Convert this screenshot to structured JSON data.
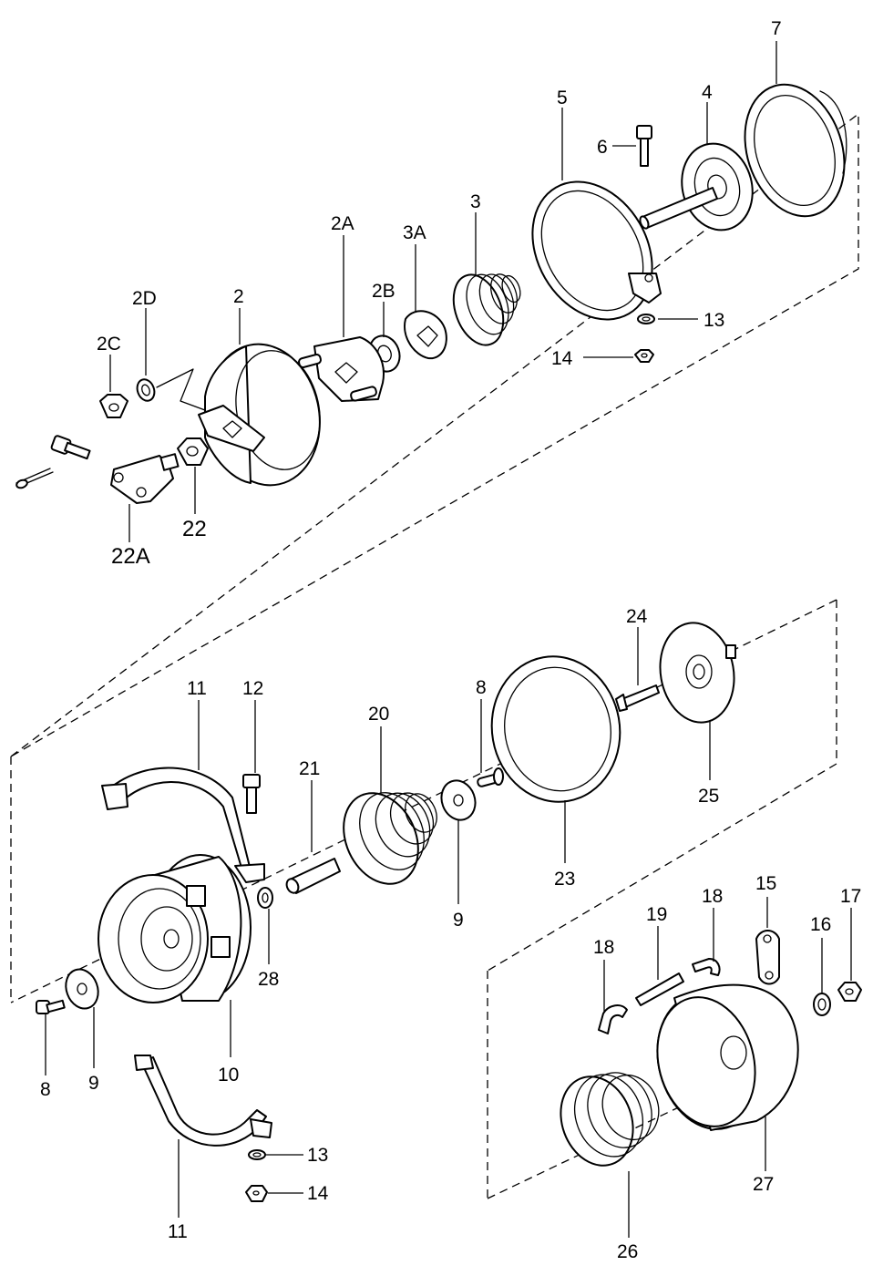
{
  "labels": {
    "p7": "7",
    "p4": "4",
    "p5": "5",
    "p6": "6",
    "p3": "3",
    "p3a": "3A",
    "p2a": "2A",
    "p2b": "2B",
    "p2": "2",
    "p2d": "2D",
    "p2c": "2C",
    "p13_top": "13",
    "p14_top": "14",
    "p22": "22",
    "p22a": "22A",
    "p24": "24",
    "p25": "25",
    "p8_top": "8",
    "p23": "23",
    "p20": "20",
    "p21": "21",
    "p12": "12",
    "p11_top": "11",
    "p9_mid": "9",
    "p28": "28",
    "p10": "10",
    "p9_bot": "9",
    "p8_bot": "8",
    "p11_bot": "11",
    "p13_bot": "13",
    "p14_bot": "14",
    "p18_left": "18",
    "p19": "19",
    "p18_right": "18",
    "p15": "15",
    "p16": "16",
    "p17": "17",
    "p26": "26",
    "p27": "27"
  }
}
